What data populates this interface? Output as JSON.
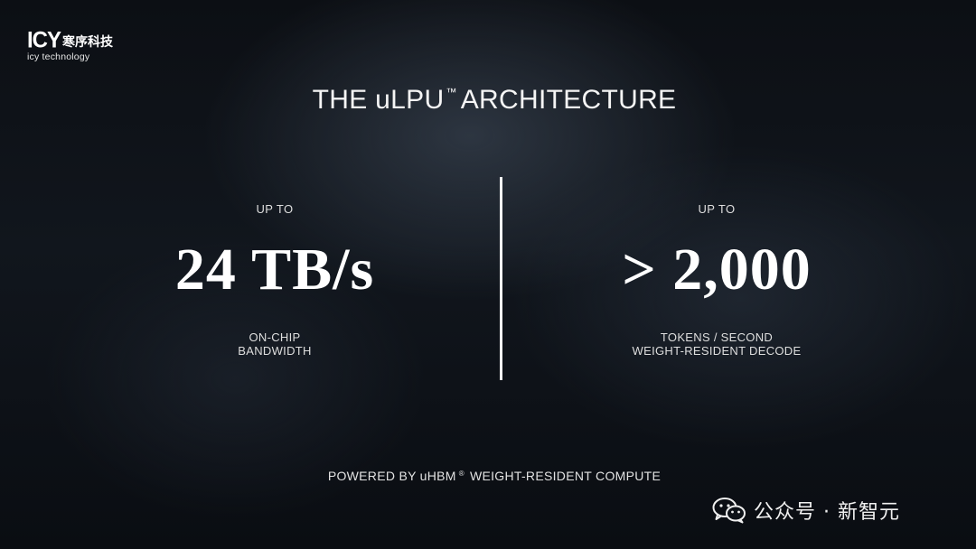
{
  "logo": {
    "mark": "ICY",
    "chinese": "寒序科技",
    "subtitle": "icy technology"
  },
  "title": {
    "before": "THE uLPU",
    "trademark": "™",
    "after": "ARCHITECTURE"
  },
  "metrics": [
    {
      "prefix": "UP TO",
      "value": "24 TB/s",
      "caption_line1": "ON-CHIP",
      "caption_line2": "BANDWIDTH"
    },
    {
      "prefix": "UP TO",
      "value": "> 2,000",
      "caption_line1": "TOKENS / SECOND",
      "caption_line2": "WEIGHT-RESIDENT DECODE"
    }
  ],
  "footer": {
    "before": "POWERED BY uHBM",
    "registered": "®",
    "after": "WEIGHT-RESIDENT COMPUTE"
  },
  "watermark": {
    "icon": "wechat-icon",
    "text": "公众号 · 新智元"
  },
  "colors": {
    "background": "#0e1218",
    "text": "#f2f2f2"
  }
}
